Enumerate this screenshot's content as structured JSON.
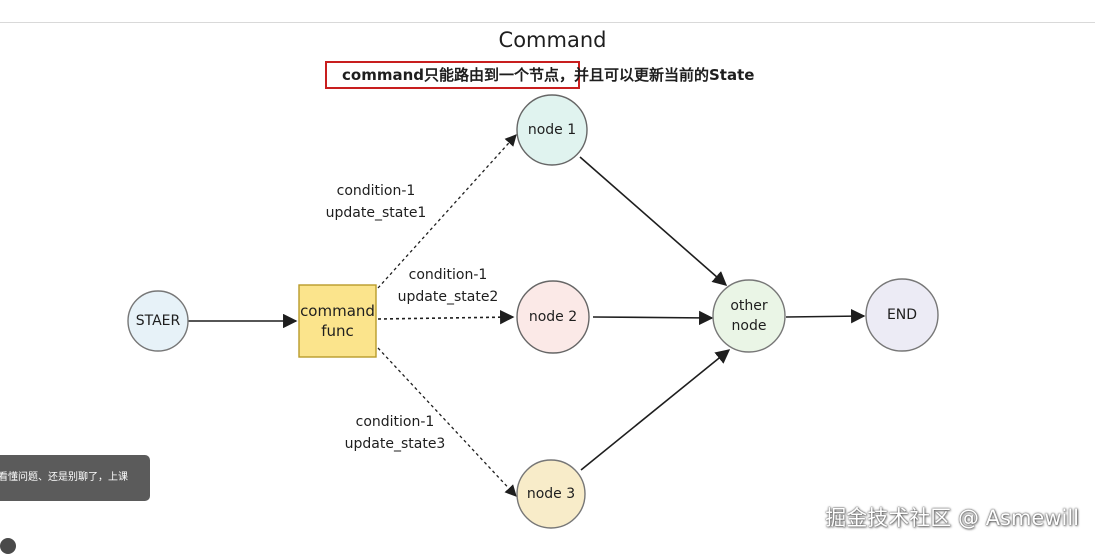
{
  "header": {
    "title": "Command",
    "subtitle_highlight": "command只能路由到一个节点",
    "subtitle_rest": "，并且可以更新当前的State"
  },
  "nodes": {
    "start": "STAER",
    "command_func": "command func",
    "node1": "node 1",
    "node2": "node 2",
    "node3": "node 3",
    "other_node": "other node",
    "end": "END"
  },
  "edge_labels": {
    "to_node1": {
      "condition": "condition-1",
      "update": "update_state1"
    },
    "to_node2": {
      "condition": "condition-1",
      "update": "update_state2"
    },
    "to_node3": {
      "condition": "condition-1",
      "update": "update_state3"
    }
  },
  "colors": {
    "highlight_border": "#c81e1e",
    "start_fill": "#e7f2f8",
    "func_fill": "#fbe48c",
    "node1_fill": "#e0f3ef",
    "node2_fill": "#fbe9e7",
    "node3_fill": "#f8ecc9",
    "other_fill": "#eaf5e6",
    "end_fill": "#ecebf5"
  },
  "overlay": {
    "toast_text": "看懂问题、还是别聊了，上课",
    "watermark": "掘金技术社区 @ Asmewill"
  }
}
